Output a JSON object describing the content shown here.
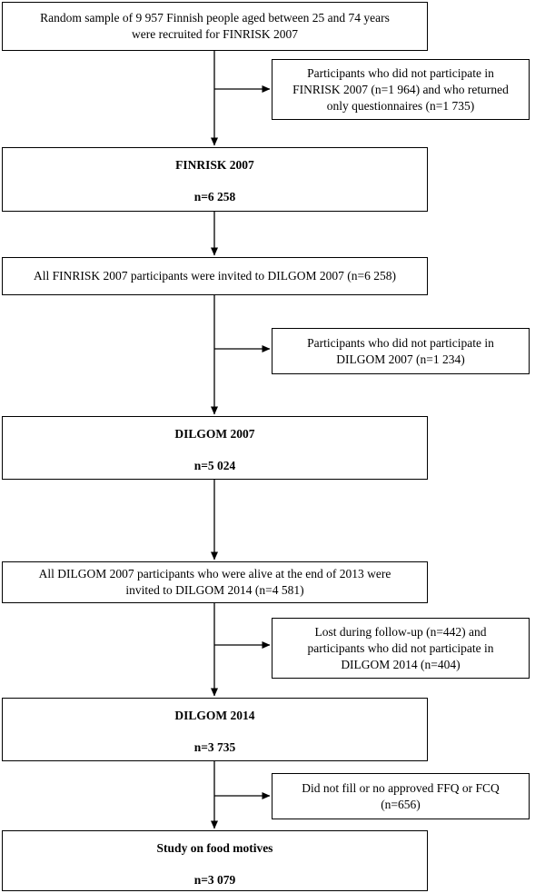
{
  "flowchart": {
    "recruitment": {
      "line1": "Random sample of 9 957 Finnish people aged between 25 and 74 years",
      "line2": "were recruited for FINRISK 2007"
    },
    "exclusion_finrisk": {
      "line1": "Participants who did not participate in",
      "line2": "FINRISK 2007 (n=1 964) and who returned",
      "line3": "only questionnaires (n=1 735)"
    },
    "finrisk_2007": {
      "title": "FINRISK 2007",
      "n": "n=6 258"
    },
    "invite_dilgom_2007": {
      "line1": "All FINRISK 2007 participants were invited to DILGOM 2007 (n=6 258)"
    },
    "exclusion_dilgom_2007": {
      "line1": "Participants who did not participate in",
      "line2": "DILGOM 2007 (n=1 234)"
    },
    "dilgom_2007": {
      "title": "DILGOM 2007",
      "n": "n=5 024"
    },
    "invite_dilgom_2014": {
      "line1": "All DILGOM 2007 participants who were alive at the end of 2013 were",
      "line2": "invited to DILGOM 2014 (n=4 581)"
    },
    "exclusion_dilgom_2014": {
      "line1": "Lost during follow-up (n=442) and",
      "line2": "participants who did not participate in",
      "line3": "DILGOM 2014 (n=404)"
    },
    "dilgom_2014": {
      "title": "DILGOM 2014",
      "n": "n=3 735"
    },
    "exclusion_ffq": {
      "line1": "Did not fill or no approved FFQ or FCQ",
      "line2": "(n=656)"
    },
    "study_food_motives": {
      "title": "Study on food motives",
      "n": "n=3 079"
    }
  }
}
